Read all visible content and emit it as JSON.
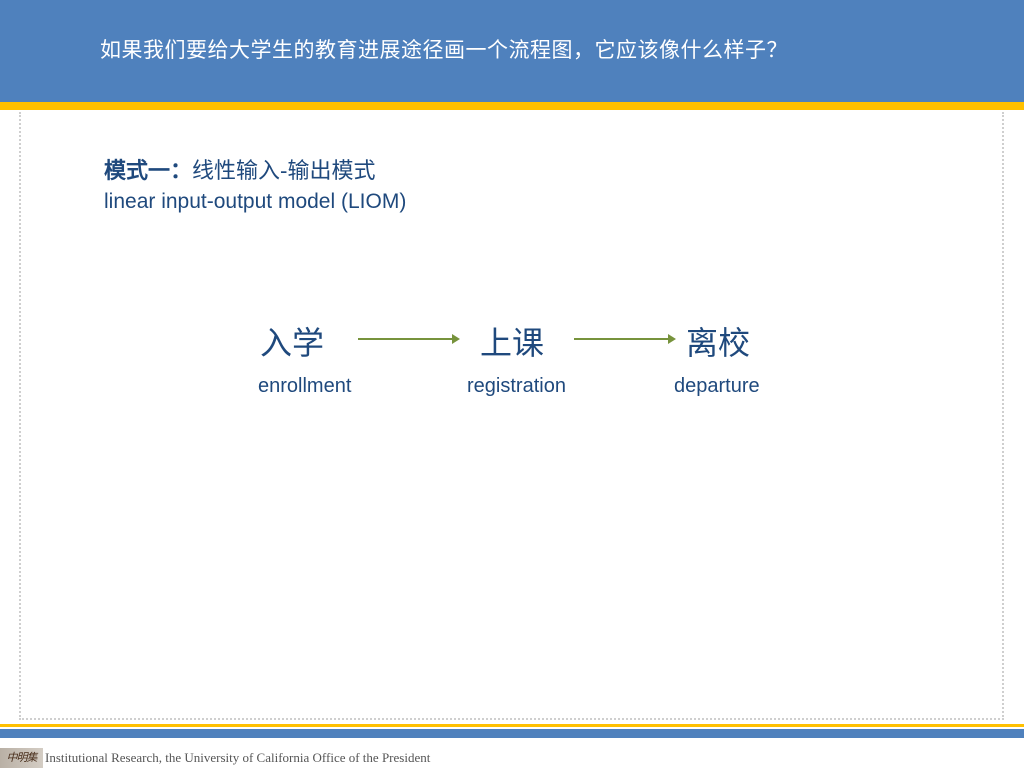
{
  "header": {
    "title": "如果我们要给大学生的教育进展途径画一个流程图，它应该像什么样子？"
  },
  "section": {
    "title_bold": "模式一：",
    "title_rest": "线性输入-输出模式",
    "subtitle": "linear input-output model (LIOM)"
  },
  "flow": {
    "nodes": [
      {
        "cn": "入学",
        "en": "enrollment"
      },
      {
        "cn": "上课",
        "en": "registration"
      },
      {
        "cn": "离校",
        "en": "departure"
      }
    ],
    "arrow_color": "#77933c"
  },
  "footer": {
    "logo_text": "中明集",
    "text": "Institutional Research, the University of California Office of the President"
  },
  "colors": {
    "header_blue": "#4f81bd",
    "accent_yellow": "#ffc000",
    "text_navy": "#1f497d"
  }
}
